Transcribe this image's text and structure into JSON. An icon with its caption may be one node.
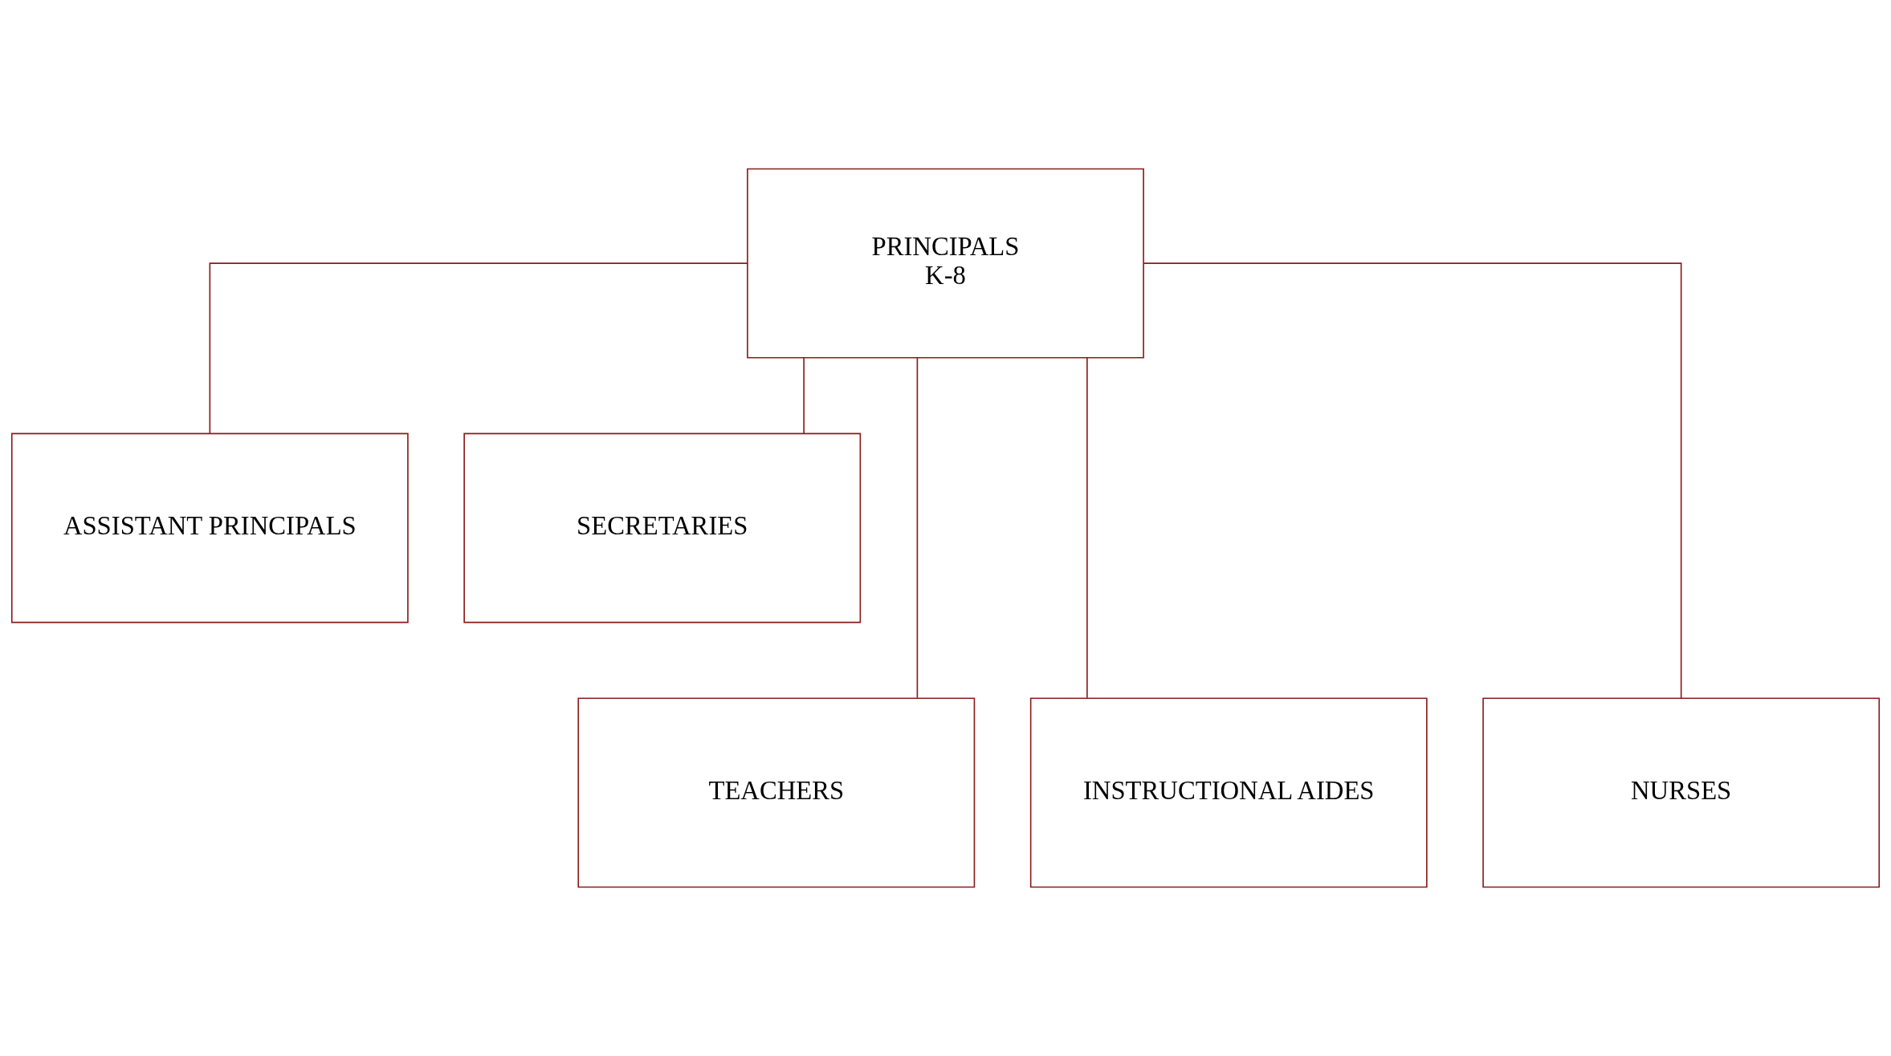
{
  "diagram": {
    "nodes": [
      {
        "text": [
          "PRINCIPALS",
          "K-8"
        ]
      },
      {
        "text": [
          "ASSISTANT PRINCIPALS"
        ]
      },
      {
        "text": [
          "SECRETARIES"
        ]
      },
      {
        "text": [
          "TEACHERS"
        ]
      },
      {
        "text": [
          "INSTRUCTIONAL AIDES"
        ]
      },
      {
        "text": [
          "NURSES"
        ]
      }
    ],
    "edges": [
      {
        "from": 0,
        "to": 1,
        "arrow": "none"
      },
      {
        "from": 0,
        "to": 2,
        "arrow": "none"
      },
      {
        "from": 0,
        "to": 3,
        "arrow": "none"
      },
      {
        "from": 0,
        "to": 4,
        "arrow": "none"
      },
      {
        "from": 0,
        "to": 5,
        "arrow": "none"
      }
    ]
  }
}
